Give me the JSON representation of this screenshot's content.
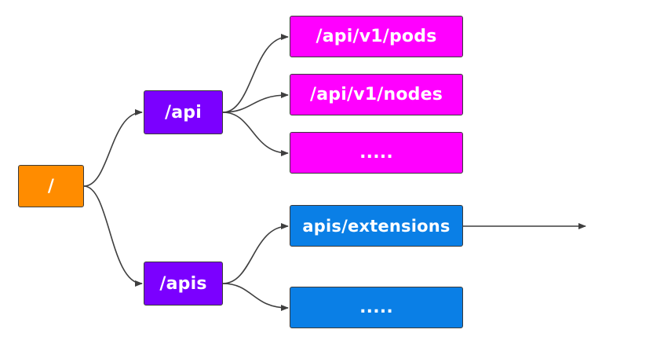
{
  "colors": {
    "root": "#ff8c00",
    "group": "#7b00ff",
    "core_resource": "#ff00ff",
    "extension_resource": "#0a7fe6",
    "edge": "#3f3f3f"
  },
  "nodes": {
    "root": "/",
    "api": "/api",
    "apis": "/apis",
    "pods": "/api/v1/pods",
    "nodes": "/api/v1/nodes",
    "api_more": ".....",
    "extensions": "apis/extensions",
    "apis_more": "....."
  }
}
